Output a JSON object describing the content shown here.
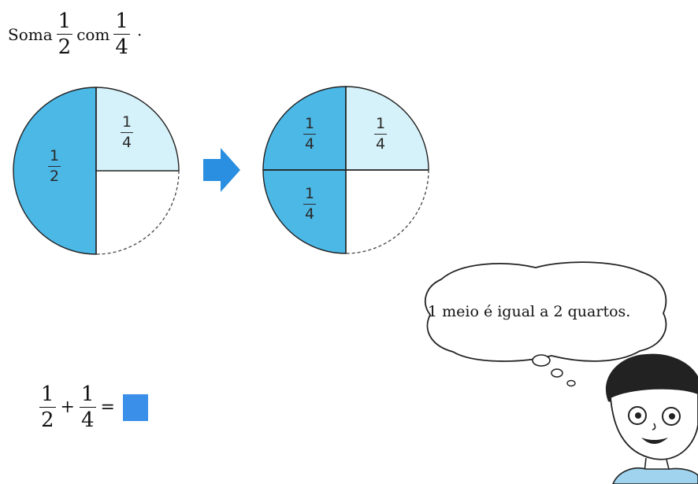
{
  "prompt": {
    "prefix": "Soma",
    "frac1": {
      "num": "1",
      "den": "2"
    },
    "middle": "com",
    "frac2": {
      "num": "1",
      "den": "4"
    },
    "suffix": "·"
  },
  "circles": {
    "before": {
      "half_num": "1",
      "half_den": "2",
      "quarter_num": "1",
      "quarter_den": "4"
    },
    "after": {
      "q1_num": "1",
      "q1_den": "4",
      "q2_num": "1",
      "q2_den": "4",
      "q3_num": "1",
      "q3_den": "4"
    }
  },
  "thought_bubble": {
    "text": "1 meio é igual a 2 quartos."
  },
  "equation": {
    "frac1": {
      "num": "1",
      "den": "2"
    },
    "plus": "+",
    "frac2": {
      "num": "1",
      "den": "4"
    },
    "equals": "="
  },
  "colors": {
    "dark_blue": "#4cb8e6",
    "light_blue": "#d5f1f9",
    "arrow": "#2a8fe0",
    "answer_box": "#3a8fe8",
    "outline": "#222222"
  }
}
